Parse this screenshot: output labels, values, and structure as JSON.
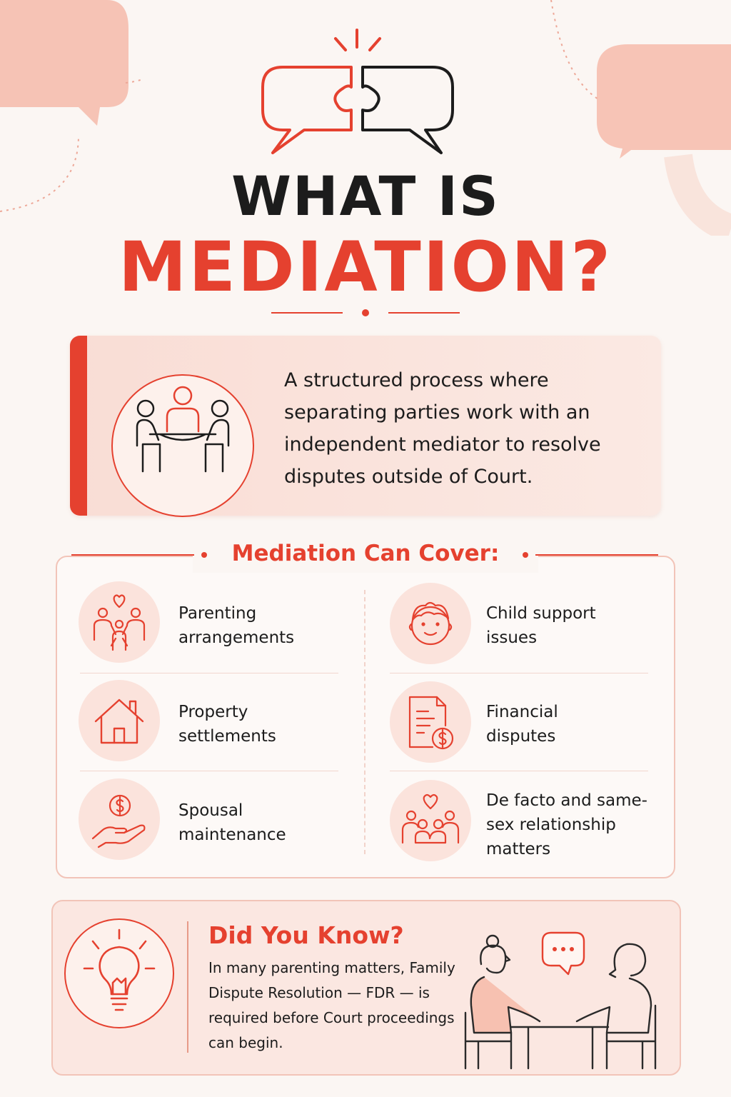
{
  "header": {
    "title_line1": "WHAT IS",
    "title_line2": "MEDIATION?"
  },
  "definition": {
    "text": "A structured process where separating parties work with an independent mediator to resolve disputes outside of Court.",
    "icon": "meeting-table-icon"
  },
  "cover": {
    "heading": "Mediation Can Cover:",
    "items": [
      {
        "label": "Parenting arrangements",
        "icon": "family-icon"
      },
      {
        "label": "Child support issues",
        "icon": "child-face-icon"
      },
      {
        "label": "Property settlements",
        "icon": "house-icon"
      },
      {
        "label": "Financial disputes",
        "icon": "document-dollar-icon"
      },
      {
        "label": "Spousal maintenance",
        "icon": "hand-dollar-icon"
      },
      {
        "label": "De facto and same-sex relationship matters",
        "icon": "couple-heart-icon"
      }
    ]
  },
  "did_you_know": {
    "title": "Did You Know?",
    "text": "In many parenting matters, Family Dispute Resolution — FDR — is required before Court proceedings can begin.",
    "icon": "lightbulb-icon"
  },
  "colors": {
    "accent": "#e5412f",
    "background": "#fbf6f3",
    "card_tint": "#fbe3dc",
    "text": "#1c1c1c"
  }
}
